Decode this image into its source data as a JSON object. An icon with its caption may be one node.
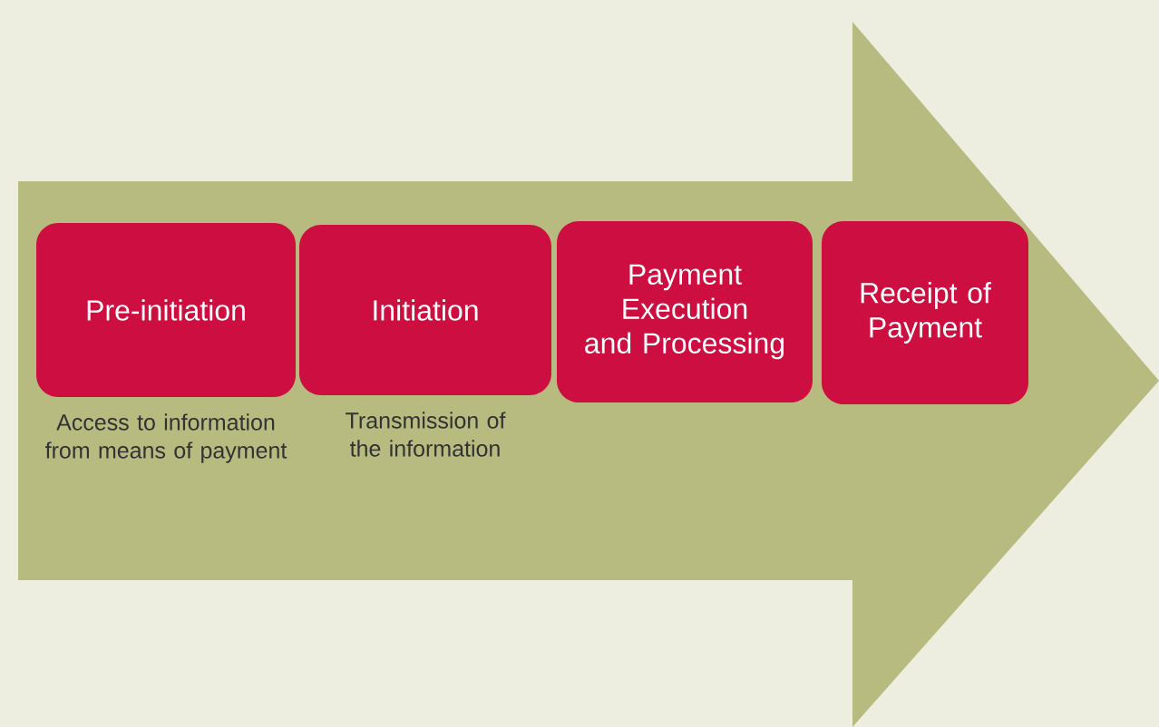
{
  "diagram": {
    "nodes": [
      {
        "text": [
          "Pre-initiation"
        ],
        "beside": [
          "Access to information from means of payment"
        ]
      },
      {
        "text": [
          "Initiation"
        ],
        "beside": [
          "Transmission of the information"
        ]
      },
      {
        "text": [
          "Payment Execution and Processing"
        ]
      },
      {
        "text": [
          "Receipt of Payment"
        ]
      }
    ]
  }
}
